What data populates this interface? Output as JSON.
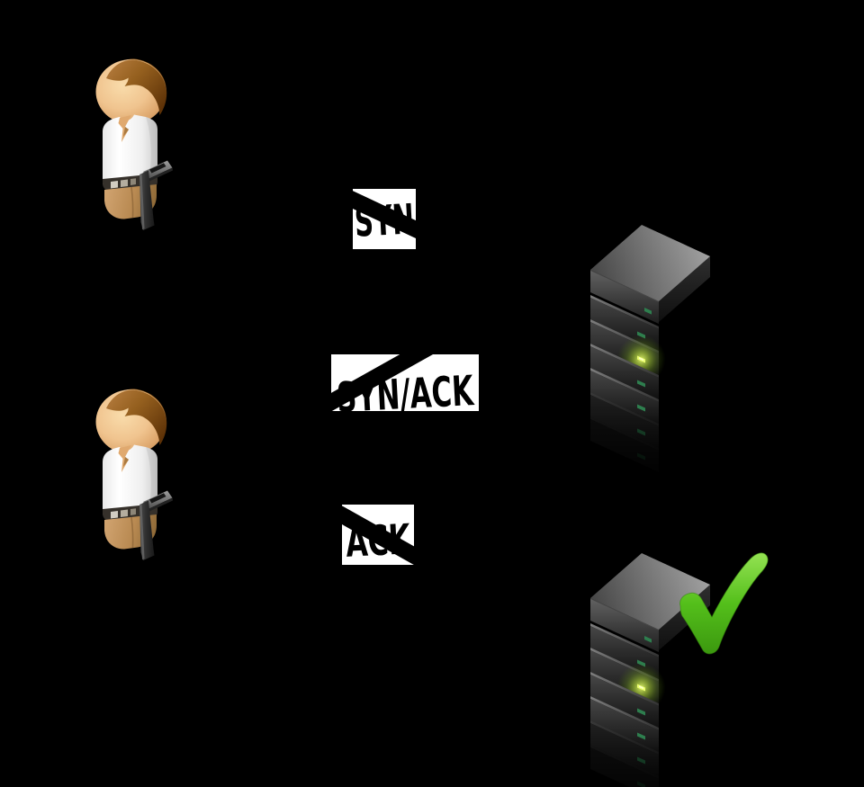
{
  "diagram": {
    "labels": {
      "syn": "SYN",
      "syn_ack": "SYN/ACK",
      "ack": "ACK"
    },
    "colors": {
      "background": "#000000",
      "label_background": "#ffffff",
      "label_text": "#000000",
      "arrow": "#000000",
      "check_green": "#54bf1b",
      "led_dim_green": "#2e7e4e",
      "led_bright_green": "#ecff70",
      "server_gray": "#6e6e6e",
      "skin_tan": "#f0c48f",
      "hair_brown": "#95601f",
      "shirt_white": "#ffffff",
      "pants_khaki": "#b98a52"
    },
    "icons": {
      "client_top": "user-person-icon",
      "client_bottom": "user-person-icon",
      "server_top": "server-stack-icon",
      "server_bottom": "server-stack-icon",
      "success": "check-mark-icon"
    }
  }
}
